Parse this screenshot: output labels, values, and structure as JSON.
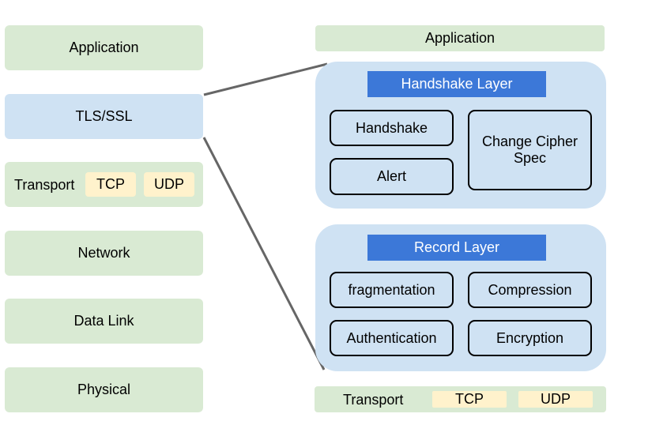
{
  "left_stack": {
    "application": "Application",
    "tls_ssl": "TLS/SSL",
    "transport": "Transport",
    "tcp": "TCP",
    "udp": "UDP",
    "network": "Network",
    "data_link": "Data Link",
    "physical": "Physical"
  },
  "right_stack": {
    "application": "Application",
    "handshake_layer": {
      "title": "Handshake Layer",
      "handshake": "Handshake",
      "alert": "Alert",
      "change_cipher_spec_line1": "Change Cipher",
      "change_cipher_spec_line2": "Spec"
    },
    "record_layer": {
      "title": "Record Layer",
      "fragmentation": "fragmentation",
      "compression": "Compression",
      "authentication": "Authentication",
      "encryption": "Encryption"
    },
    "transport": "Transport",
    "tcp": "TCP",
    "udp": "UDP"
  },
  "colors": {
    "layer_green": "#d9ead3",
    "layer_blue": "#cfe2f3",
    "protocol_yellow": "#fff2cc",
    "header_blue": "#3c78d8",
    "connector_gray": "#666666"
  }
}
